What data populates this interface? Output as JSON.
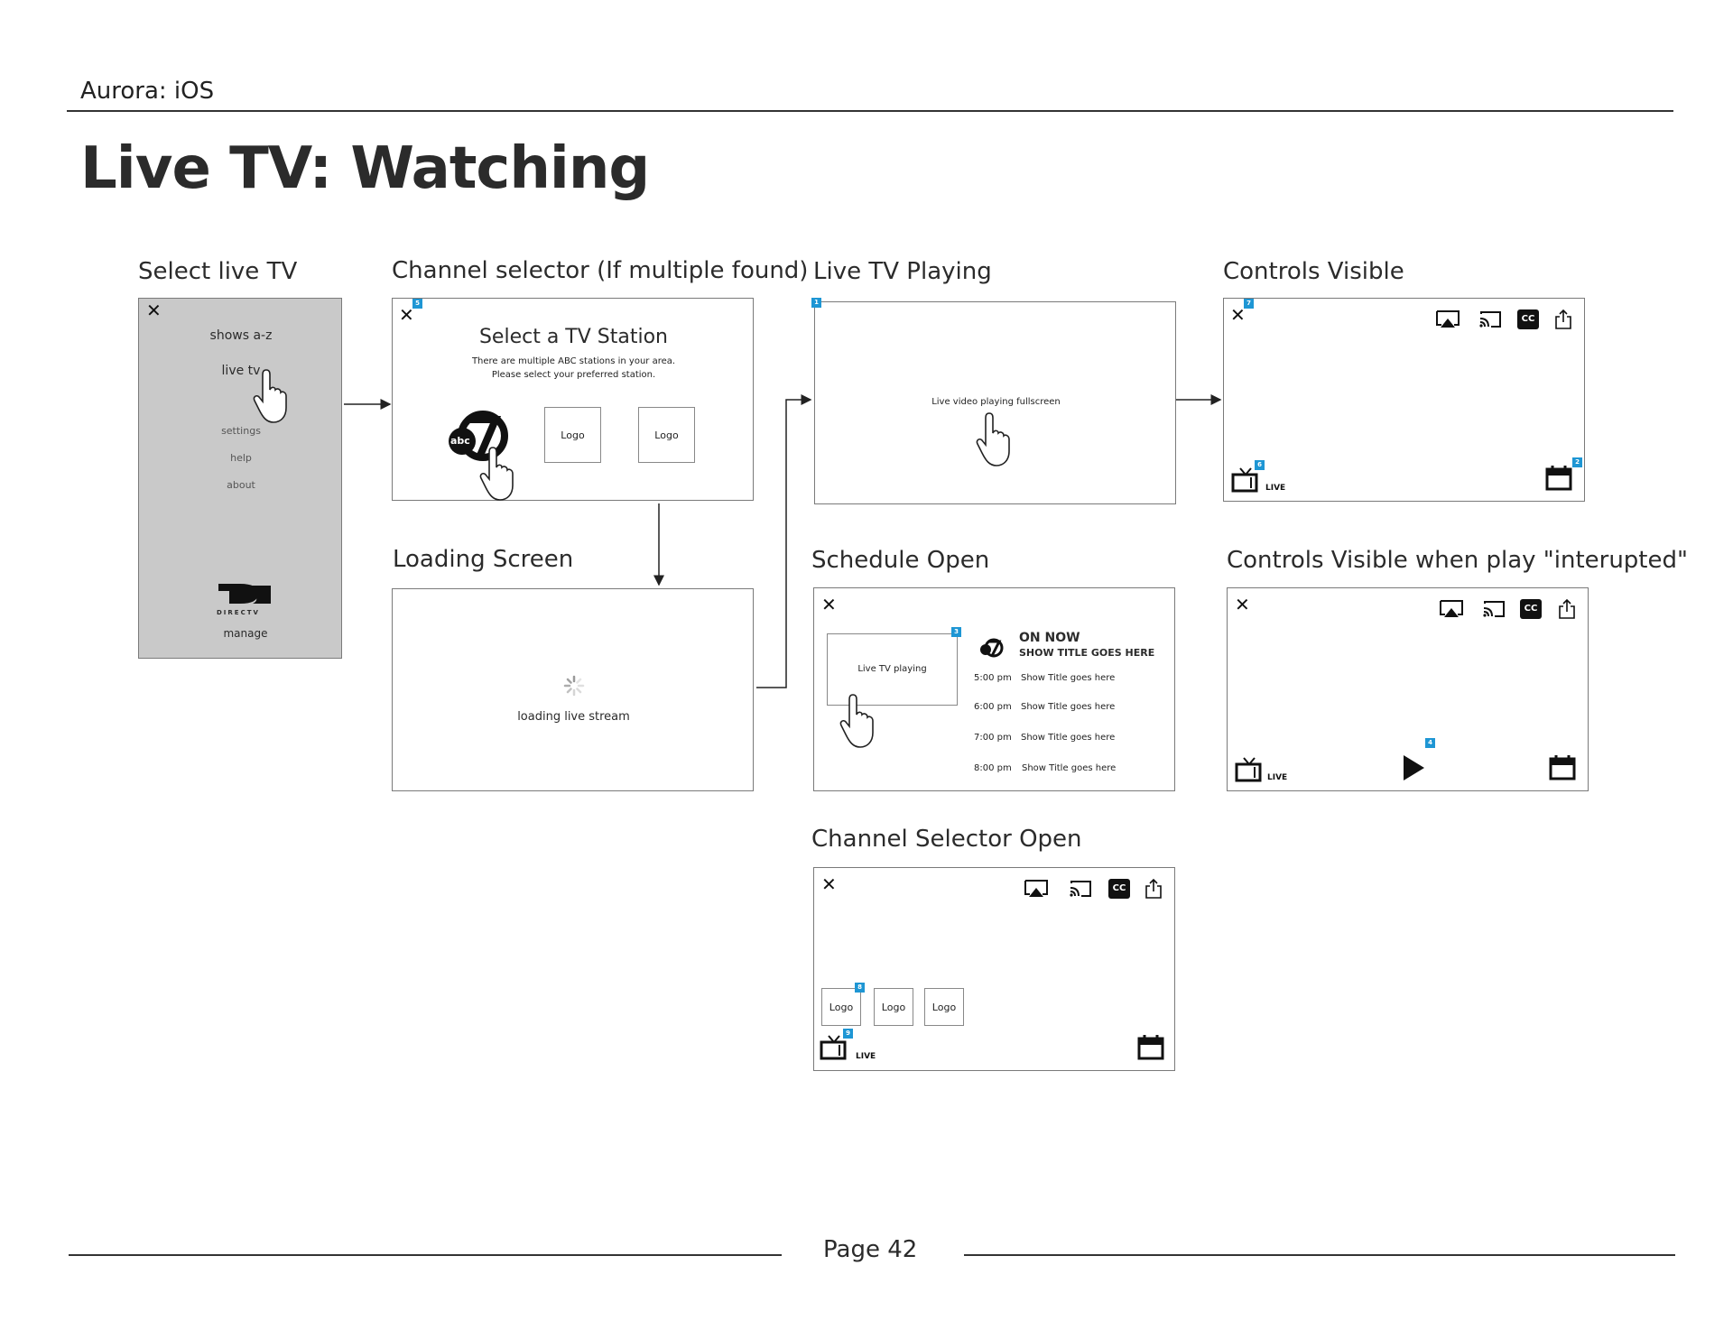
{
  "header": {
    "doc_title": "Aurora: iOS",
    "page_title": "Live TV: Watching"
  },
  "screens": {
    "select_live_tv": {
      "caption": "Select live TV",
      "menu": [
        "shows a-z",
        "live tv",
        "settings",
        "help",
        "about"
      ],
      "brand": "DIRECTV",
      "manage": "manage"
    },
    "channel_selector": {
      "caption": "Channel selector (If multiple found)",
      "heading": "Select a TV Station",
      "body_line1": "There are multiple ABC stations in your area.",
      "body_line2": "Please select your preferred station.",
      "logo_label": "Logo",
      "abc_text": "abc",
      "badge": "5"
    },
    "loading": {
      "caption": "Loading Screen",
      "text": "loading live stream"
    },
    "live_playing": {
      "caption": "Live TV Playing",
      "text": "Live video playing fullscreen",
      "badge": "1"
    },
    "controls_visible": {
      "caption": "Controls Visible",
      "live": "LIVE",
      "badges": [
        "7",
        "6",
        "2"
      ]
    },
    "schedule_open": {
      "caption": "Schedule Open",
      "mini_player": "Live TV playing",
      "badge": "3",
      "on_now": "ON NOW",
      "show_title": "SHOW TITLE GOES HERE",
      "schedule": [
        {
          "time": "5:00 pm",
          "title": "Show Title goes here"
        },
        {
          "time": "6:00 pm",
          "title": "Show Title goes here"
        },
        {
          "time": "7:00 pm",
          "title": "Show Title goes here"
        },
        {
          "time": "8:00 pm",
          "title": "Show Title goes here"
        }
      ]
    },
    "controls_interrupted": {
      "caption": "Controls Visible when play \"interupted\"",
      "live": "LIVE",
      "badge": "4"
    },
    "channel_selector_open": {
      "caption": "Channel Selector Open",
      "logos": [
        "Logo",
        "Logo",
        "Logo"
      ],
      "live": "LIVE",
      "badges": [
        "8",
        "9"
      ]
    }
  },
  "icons": [
    "close-icon",
    "airplay-icon",
    "cast-icon",
    "cc-icon",
    "share-icon",
    "tv-icon",
    "calendar-icon",
    "play-icon",
    "hand-pointer-icon",
    "spinner-icon"
  ],
  "cc_text": "CC",
  "footer": {
    "page": "Page 42"
  },
  "colors": {
    "badge": "#1e96d4",
    "menu_bg": "#c9c9c9",
    "text": "#2b2b2b"
  }
}
